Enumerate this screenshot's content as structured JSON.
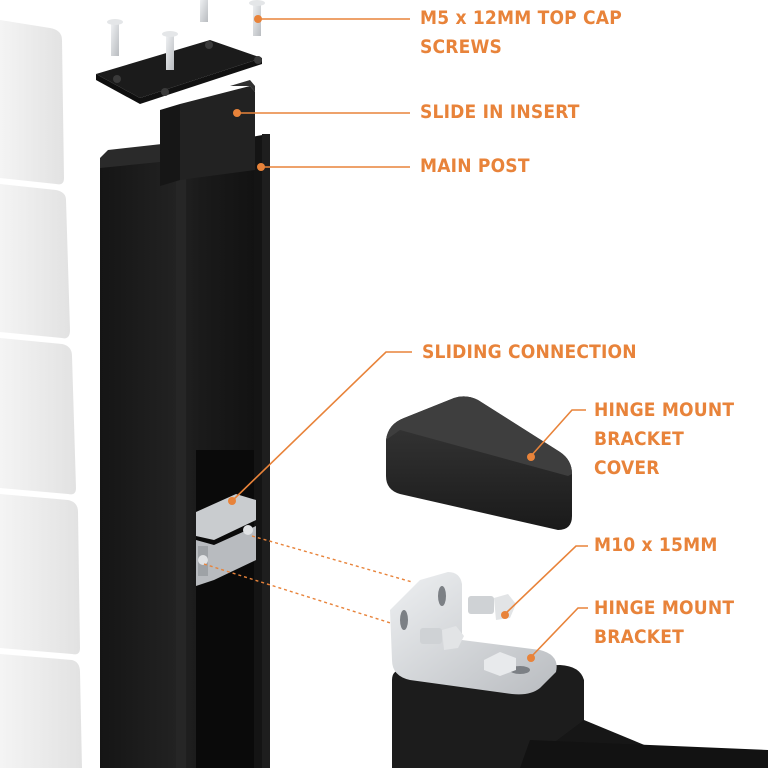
{
  "accent_color": "#e8833a",
  "post_color": "#1c1c1c",
  "metal_color": "#d6d8da",
  "wall_color": "#ededed",
  "callouts": [
    {
      "id": "top-cap-screws",
      "lines": [
        "M5 x 12MM TOP CAP",
        "SCREWS"
      ]
    },
    {
      "id": "slide-in-insert",
      "lines": [
        "SLIDE IN INSERT"
      ]
    },
    {
      "id": "main-post",
      "lines": [
        "MAIN POST"
      ]
    },
    {
      "id": "sliding-connection",
      "lines": [
        "SLIDING CONNECTION"
      ]
    },
    {
      "id": "hinge-mount-bracket-cover",
      "lines": [
        "HINGE  MOUNT",
        "BRACKET",
        "COVER"
      ]
    },
    {
      "id": "bolt-size",
      "lines": [
        "M10 x 15MM"
      ]
    },
    {
      "id": "hinge-mount-bracket",
      "lines": [
        "HINGE  MOUNT",
        "BRACKET"
      ]
    }
  ]
}
